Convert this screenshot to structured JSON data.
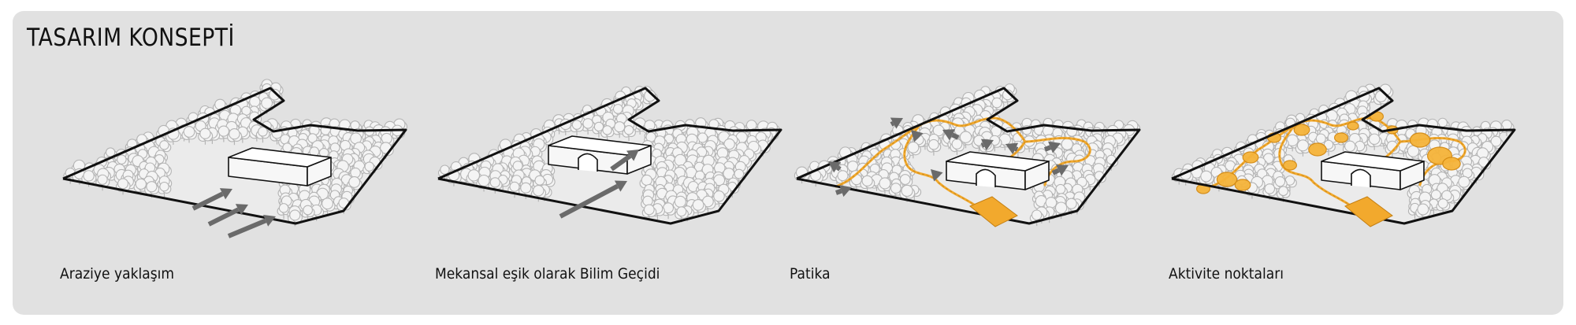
{
  "title": "TASARIM KONSEPTİ",
  "colors": {
    "panel": "#e1e1e1",
    "outline": "#111111",
    "path": "#f2a92d",
    "activity": "#f6b43a",
    "arrow": "#666666"
  },
  "stages": [
    {
      "caption": "Araziye yaklaşım",
      "elements": [
        "site-outline",
        "tree-canopy",
        "building",
        "approach-arrow-icon"
      ]
    },
    {
      "caption": "Mekansal eşik olarak Bilim Geçidi",
      "elements": [
        "site-outline",
        "tree-canopy",
        "building",
        "gateway",
        "through-arrow-icon"
      ]
    },
    {
      "caption": "Patika",
      "elements": [
        "site-outline",
        "tree-canopy",
        "building",
        "gateway",
        "orange-path",
        "direction-arrow-icon"
      ]
    },
    {
      "caption": "Aktivite noktaları",
      "elements": [
        "site-outline",
        "tree-canopy",
        "building",
        "gateway",
        "orange-path",
        "activity-spot"
      ]
    }
  ]
}
